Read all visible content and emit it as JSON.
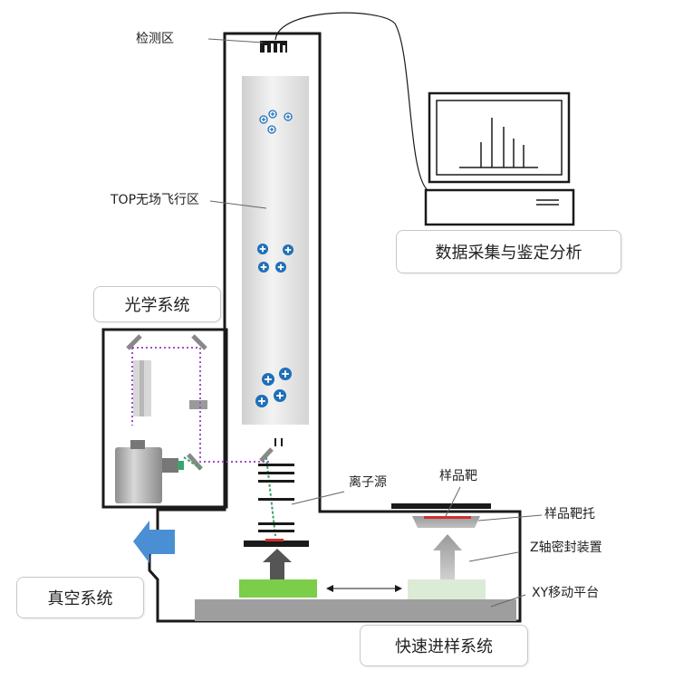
{
  "labels": {
    "detection": "检测区",
    "tof": "TOP无场飞行区",
    "ion_source": "离子源",
    "sample_target": "样品靶",
    "target_holder": "样品靶托",
    "seal": "Z轴密封装置",
    "xy_stage": "XY移动平台"
  },
  "boxes": {
    "optics": "光学系统",
    "data": "数据采集与鉴定分析",
    "vacuum": "真空系统",
    "loader": "快速进样系统"
  },
  "colors": {
    "chamber_wall": "#1a1a1a",
    "ion": "#1f6fb8",
    "arrow_blue": "#4a8fd4",
    "sample_stage": "#7ccd49",
    "sample_stage_ghost": "#dcebd5",
    "laser_path": "#a050c8",
    "laser_green": "#3aa56a"
  }
}
